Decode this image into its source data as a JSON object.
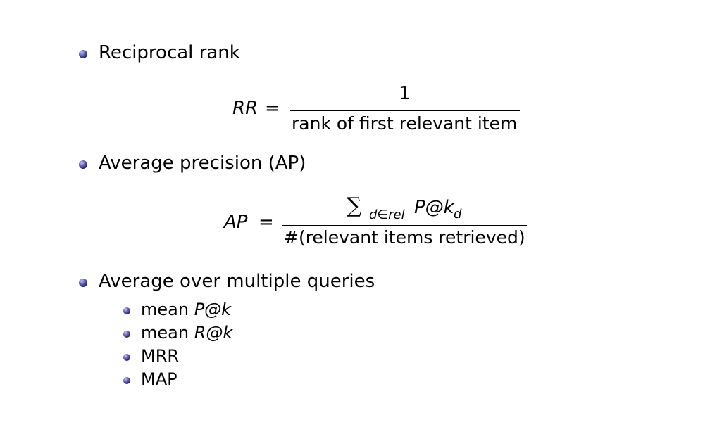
{
  "bullets": {
    "rr_label": "Reciprocal rank",
    "ap_label": "Average precision (AP)",
    "avg_label": "Average over multiple queries"
  },
  "formula_rr": {
    "lhs": "RR",
    "eq": "=",
    "numerator": "1",
    "denominator": "rank of first relevant item"
  },
  "formula_ap": {
    "lhs": "AP",
    "eq": "=",
    "sum_symbol": "∑",
    "sum_sub": "d∈rel",
    "term": "P@k",
    "term_sub": "d",
    "denominator": "#(relevant items retrieved)"
  },
  "subitems": [
    {
      "prefix": "mean ",
      "math": "P@k"
    },
    {
      "prefix": "mean ",
      "math": "R@k"
    },
    {
      "prefix": "MRR",
      "math": ""
    },
    {
      "prefix": "MAP",
      "math": ""
    }
  ]
}
